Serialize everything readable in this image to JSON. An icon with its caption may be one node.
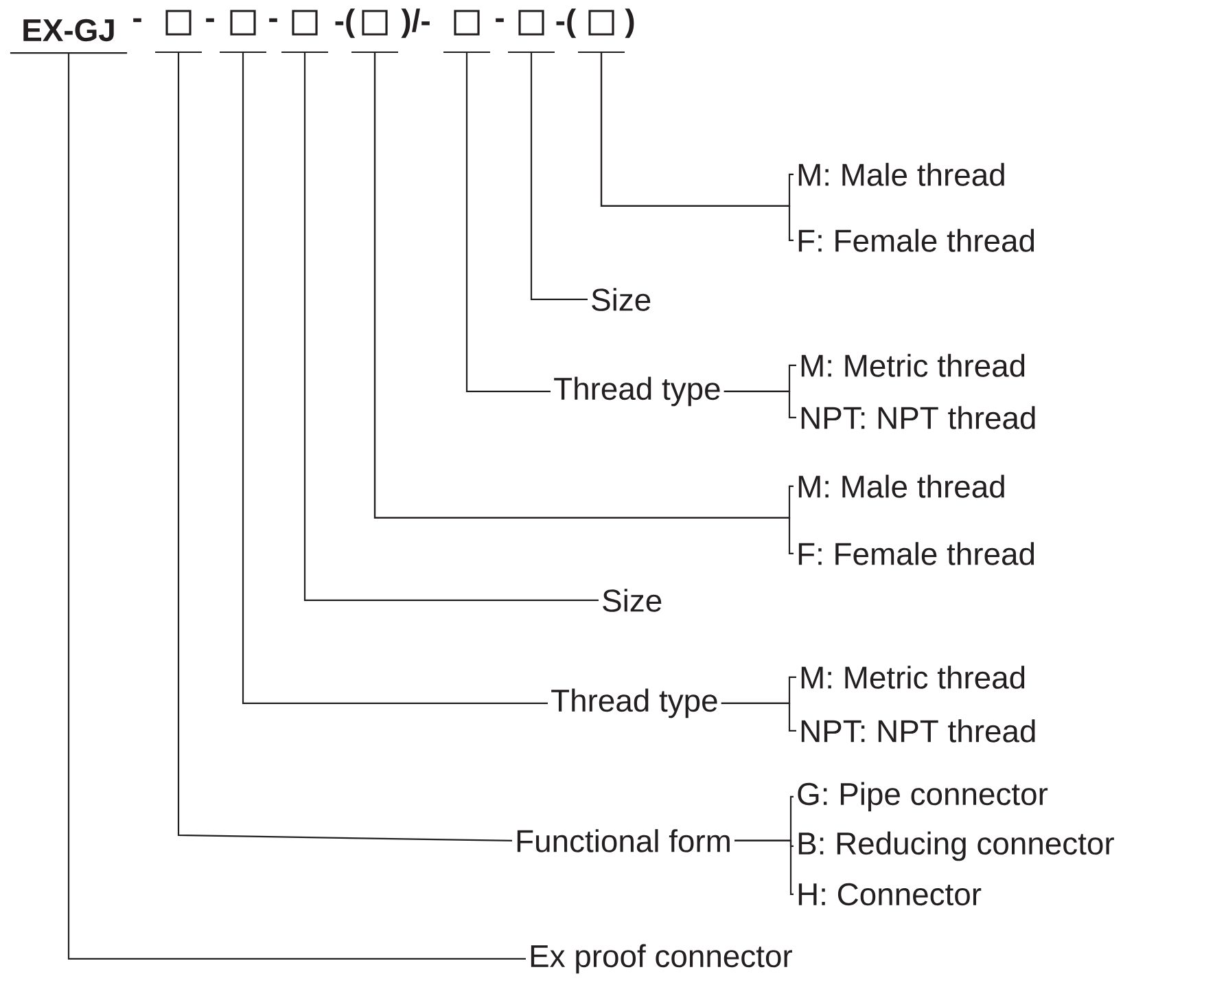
{
  "diagram": {
    "nodes": [
      {
        "text": [
          "EX-GJ"
        ]
      },
      {
        "text": [],
        "shape": "box"
      },
      {
        "text": [],
        "shape": "box"
      },
      {
        "text": [],
        "shape": "box"
      },
      {
        "text": [],
        "shape": "box"
      },
      {
        "text": [],
        "shape": "box"
      },
      {
        "text": [],
        "shape": "box"
      },
      {
        "text": [],
        "shape": "box"
      },
      {
        "text": [
          "M: Male thread"
        ]
      },
      {
        "text": [
          "F: Female thread"
        ]
      },
      {
        "text": [
          "Size"
        ]
      },
      {
        "text": [
          "Thread type"
        ]
      },
      {
        "text": [
          "M: Metric thread"
        ]
      },
      {
        "text": [
          "NPT: NPT thread"
        ]
      },
      {
        "text": [
          "M: Male thread"
        ]
      },
      {
        "text": [
          "F: Female thread"
        ]
      },
      {
        "text": [
          "Size"
        ]
      },
      {
        "text": [
          "Thread type"
        ]
      },
      {
        "text": [
          "M: Metric thread"
        ]
      },
      {
        "text": [
          "NPT: NPT thread"
        ]
      },
      {
        "text": [
          "Functional form"
        ]
      },
      {
        "text": [
          "G: Pipe connector"
        ]
      },
      {
        "text": [
          "B: Reducing connector"
        ]
      },
      {
        "text": [
          "H: Connector"
        ]
      },
      {
        "text": [
          "Ex proof connector"
        ]
      }
    ],
    "edges": [
      {
        "from": 7,
        "to": 8,
        "arrow": "none"
      },
      {
        "from": 7,
        "to": 9,
        "arrow": "none"
      },
      {
        "from": 6,
        "to": 10,
        "arrow": "none"
      },
      {
        "from": 5,
        "to": 11,
        "arrow": "none"
      },
      {
        "from": 11,
        "to": 12,
        "arrow": "none"
      },
      {
        "from": 11,
        "to": 13,
        "arrow": "none"
      },
      {
        "from": 4,
        "to": 14,
        "arrow": "none"
      },
      {
        "from": 4,
        "to": 15,
        "arrow": "none"
      },
      {
        "from": 3,
        "to": 16,
        "arrow": "none"
      },
      {
        "from": 2,
        "to": 17,
        "arrow": "none"
      },
      {
        "from": 17,
        "to": 18,
        "arrow": "none"
      },
      {
        "from": 17,
        "to": 19,
        "arrow": "none"
      },
      {
        "from": 1,
        "to": 20,
        "arrow": "none"
      },
      {
        "from": 20,
        "to": 21,
        "arrow": "none"
      },
      {
        "from": 20,
        "to": 22,
        "arrow": "none"
      },
      {
        "from": 20,
        "to": 23,
        "arrow": "none"
      },
      {
        "from": 0,
        "to": 24,
        "arrow": "none"
      }
    ],
    "labels": [
      "-",
      "-",
      "-",
      "-(",
      ")/-",
      "-",
      "-(",
      ")"
    ]
  }
}
